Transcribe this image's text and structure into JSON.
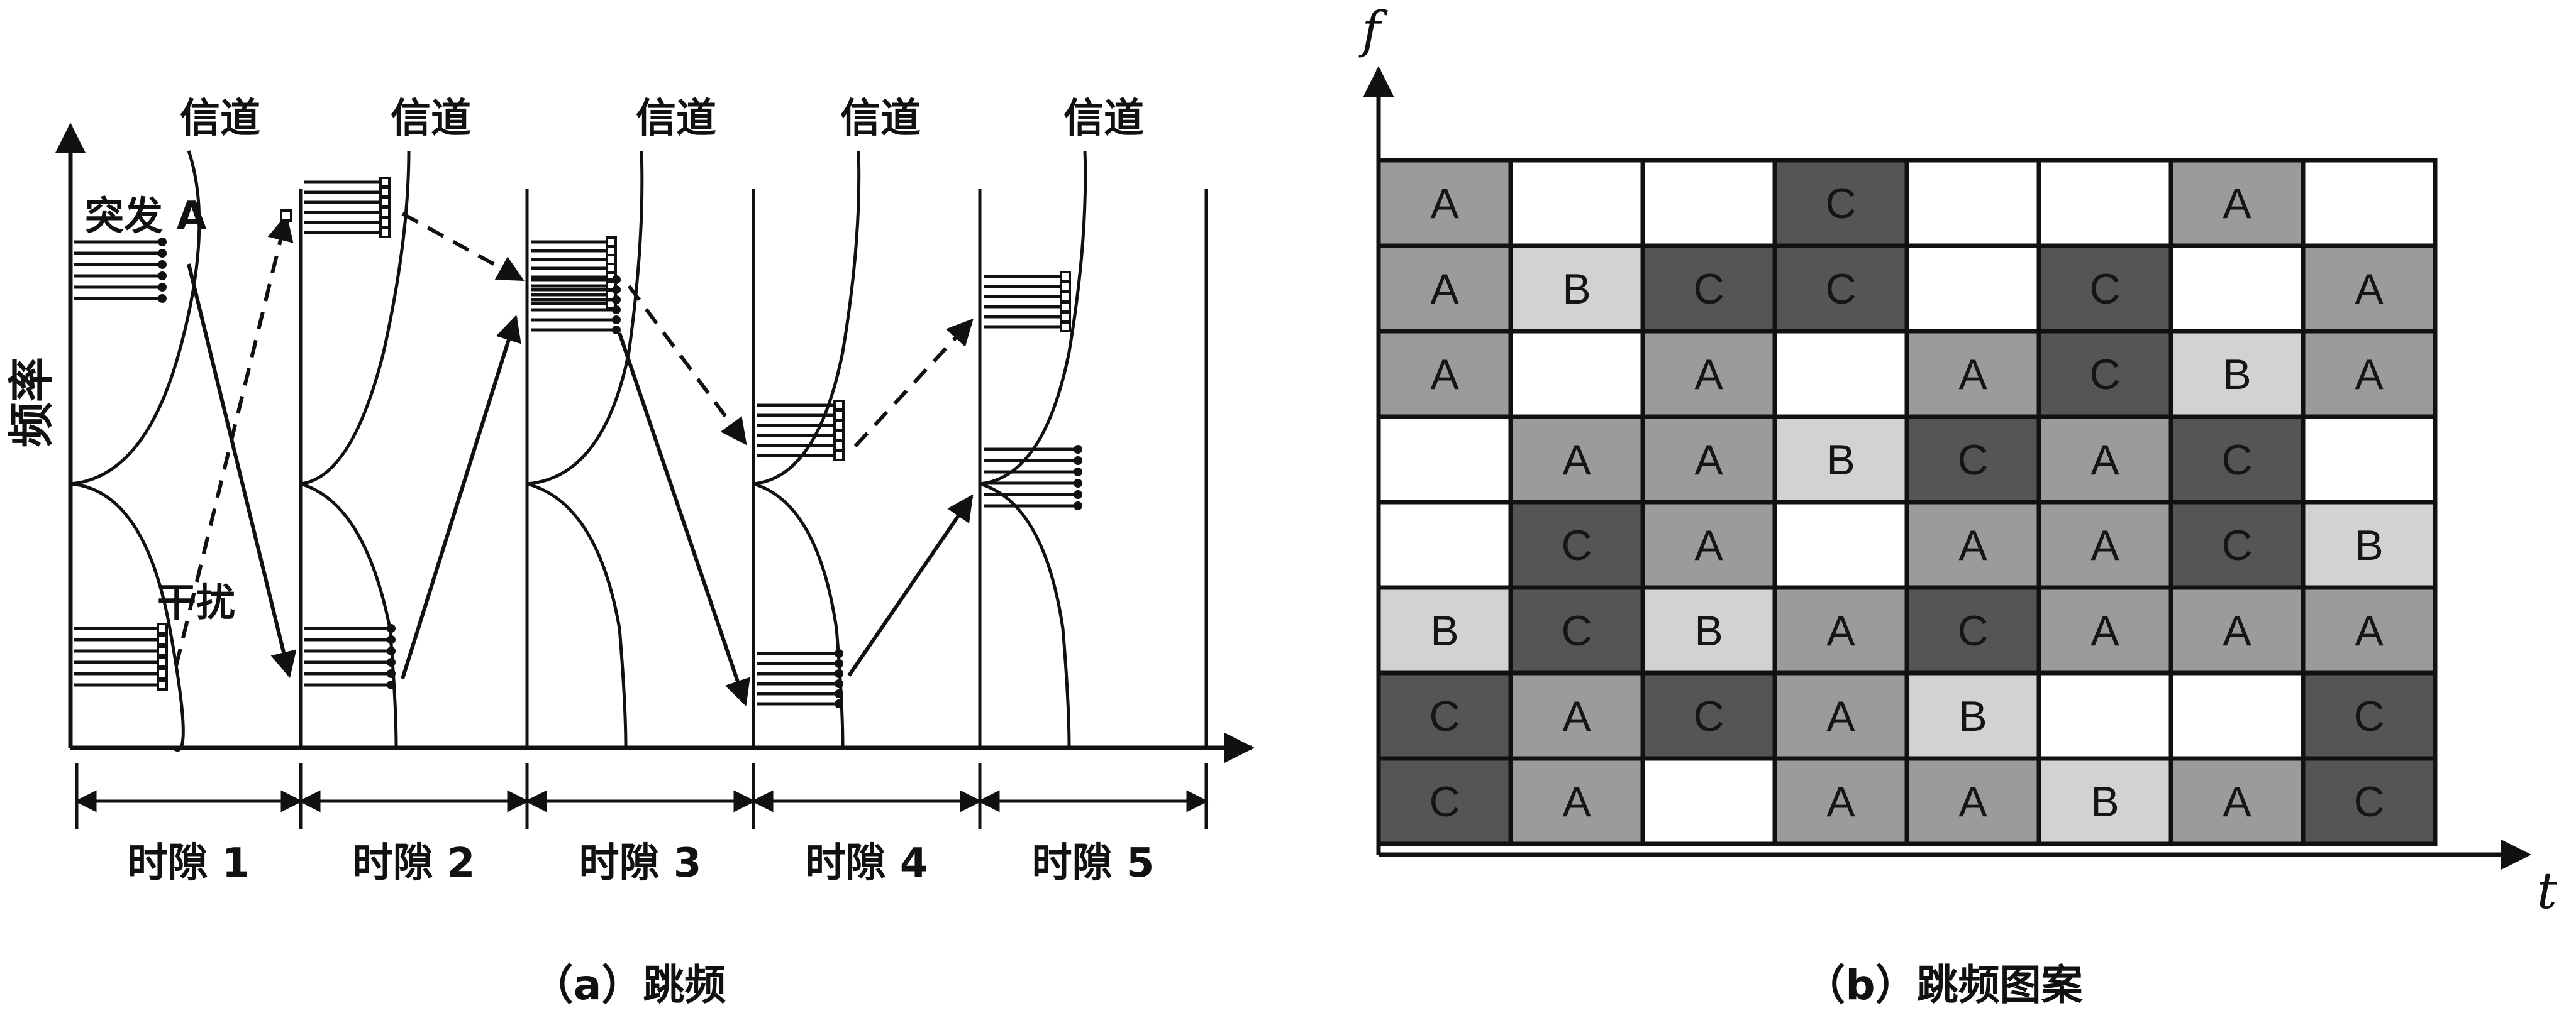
{
  "figure_a": {
    "caption": "（a）跳频",
    "y_axis_label": "频率",
    "channel_labels": [
      "信道",
      "信道",
      "信道",
      "信道",
      "信道"
    ],
    "burst_label": "突发 A",
    "interference_label": "干扰",
    "slot_labels": [
      "时隙 1",
      "时隙 2",
      "时隙 3",
      "时隙 4",
      "时隙 5"
    ]
  },
  "figure_b": {
    "caption": "（b）跳频图案",
    "y_axis_label": "f",
    "x_axis_label": "t",
    "grid": [
      [
        {
          "l": "A",
          "s": "mid"
        },
        {
          "l": "",
          "s": "white"
        },
        {
          "l": "",
          "s": "white"
        },
        {
          "l": "C",
          "s": "dark"
        },
        {
          "l": "",
          "s": "white"
        },
        {
          "l": "",
          "s": "white"
        },
        {
          "l": "A",
          "s": "mid"
        },
        {
          "l": "",
          "s": "white"
        }
      ],
      [
        {
          "l": "A",
          "s": "mid"
        },
        {
          "l": "B",
          "s": "light"
        },
        {
          "l": "C",
          "s": "dark"
        },
        {
          "l": "C",
          "s": "dark"
        },
        {
          "l": "",
          "s": "white"
        },
        {
          "l": "C",
          "s": "dark"
        },
        {
          "l": "",
          "s": "white"
        },
        {
          "l": "A",
          "s": "mid"
        }
      ],
      [
        {
          "l": "A",
          "s": "mid"
        },
        {
          "l": "",
          "s": "white"
        },
        {
          "l": "A",
          "s": "mid"
        },
        {
          "l": "",
          "s": "white"
        },
        {
          "l": "A",
          "s": "mid"
        },
        {
          "l": "C",
          "s": "dark"
        },
        {
          "l": "B",
          "s": "light"
        },
        {
          "l": "A",
          "s": "mid"
        }
      ],
      [
        {
          "l": "",
          "s": "white"
        },
        {
          "l": "A",
          "s": "mid"
        },
        {
          "l": "A",
          "s": "mid"
        },
        {
          "l": "B",
          "s": "light"
        },
        {
          "l": "C",
          "s": "dark"
        },
        {
          "l": "A",
          "s": "mid"
        },
        {
          "l": "C",
          "s": "dark"
        },
        {
          "l": "",
          "s": "white"
        }
      ],
      [
        {
          "l": "",
          "s": "white"
        },
        {
          "l": "C",
          "s": "dark"
        },
        {
          "l": "A",
          "s": "mid"
        },
        {
          "l": "",
          "s": "white"
        },
        {
          "l": "A",
          "s": "mid"
        },
        {
          "l": "A",
          "s": "mid"
        },
        {
          "l": "C",
          "s": "dark"
        },
        {
          "l": "B",
          "s": "light"
        }
      ],
      [
        {
          "l": "B",
          "s": "light"
        },
        {
          "l": "C",
          "s": "dark"
        },
        {
          "l": "B",
          "s": "light"
        },
        {
          "l": "A",
          "s": "mid"
        },
        {
          "l": "C",
          "s": "dark"
        },
        {
          "l": "A",
          "s": "mid"
        },
        {
          "l": "A",
          "s": "mid"
        },
        {
          "l": "A",
          "s": "mid"
        }
      ],
      [
        {
          "l": "C",
          "s": "dark"
        },
        {
          "l": "A",
          "s": "mid"
        },
        {
          "l": "C",
          "s": "dark"
        },
        {
          "l": "A",
          "s": "mid"
        },
        {
          "l": "B",
          "s": "light"
        },
        {
          "l": "",
          "s": "white"
        },
        {
          "l": "",
          "s": "white"
        },
        {
          "l": "C",
          "s": "dark"
        }
      ],
      [
        {
          "l": "C",
          "s": "dark"
        },
        {
          "l": "A",
          "s": "mid"
        },
        {
          "l": "",
          "s": "white"
        },
        {
          "l": "A",
          "s": "mid"
        },
        {
          "l": "A",
          "s": "mid"
        },
        {
          "l": "B",
          "s": "light"
        },
        {
          "l": "A",
          "s": "mid"
        },
        {
          "l": "C",
          "s": "dark"
        }
      ]
    ],
    "shade_colors": {
      "white": "#ffffff",
      "light": "#d2d2d2",
      "mid": "#9b9b9b",
      "dark": "#555555"
    }
  }
}
